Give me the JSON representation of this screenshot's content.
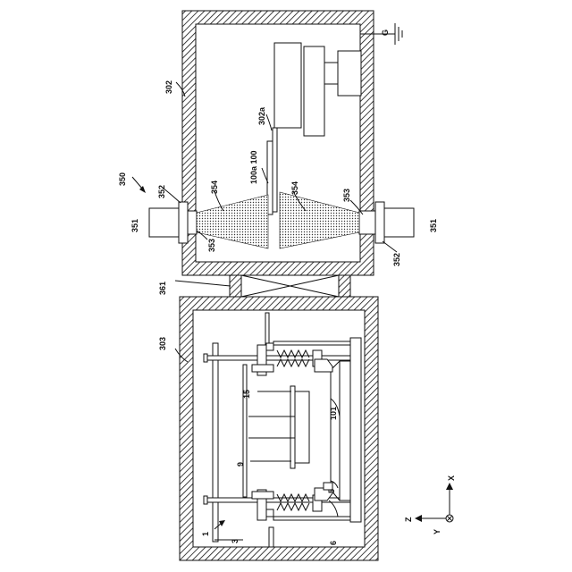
{
  "labels": {
    "ground": "G",
    "l302": "302",
    "l302a": "302a",
    "l100a_100": "100a  100",
    "l350": "350",
    "l352_left": "352",
    "l354_left": "354",
    "l354_right": "354",
    "l353_right": "353",
    "l351_left": "351",
    "l351_right": "351",
    "l353_left": "353",
    "l352_right": "352",
    "l361": "361",
    "l303": "303",
    "l15": "15",
    "l101": "101",
    "l9": "9",
    "l5": "5",
    "l1": "1",
    "l3": "3",
    "l6": "6",
    "axis_x": "X",
    "axis_z": "Z",
    "axis_y": "Y"
  }
}
